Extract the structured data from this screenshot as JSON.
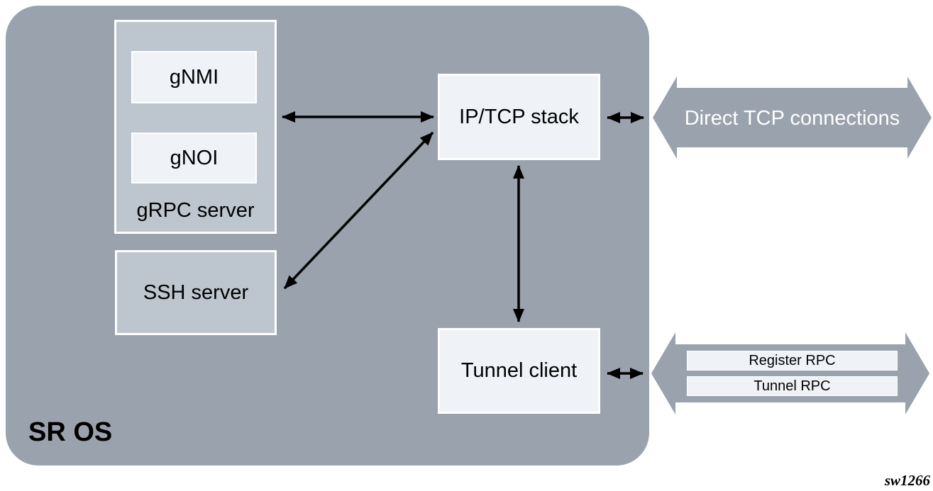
{
  "diagram": {
    "container_label": "SR OS",
    "watermark": "sw1266",
    "nodes": {
      "grpc_server": {
        "label": "gRPC server",
        "children": {
          "gnmi": "gNMI",
          "gnoi": "gNOI"
        }
      },
      "ssh_server": {
        "label": "SSH server"
      },
      "ip_tcp_stack": {
        "label": "IP/TCP stack"
      },
      "tunnel_client": {
        "label": "Tunnel client"
      }
    },
    "external_flows": {
      "direct_tcp": {
        "label": "Direct TCP connections"
      },
      "tunnel_rpcs": {
        "items": [
          "Register RPC",
          "Tunnel RPC"
        ]
      }
    },
    "connections": [
      {
        "from": "grpc_server",
        "to": "ip_tcp_stack",
        "type": "bidirectional"
      },
      {
        "from": "ssh_server",
        "to": "ip_tcp_stack",
        "type": "bidirectional"
      },
      {
        "from": "ip_tcp_stack",
        "to": "tunnel_client",
        "type": "bidirectional"
      },
      {
        "from": "ip_tcp_stack",
        "to": "direct_tcp",
        "type": "bidirectional"
      },
      {
        "from": "tunnel_client",
        "to": "tunnel_rpcs",
        "type": "bidirectional"
      }
    ],
    "colors": {
      "container_fill": "#99A2AD",
      "subsystem_fill": "#BDC6CF",
      "node_fill": "#EFF3F7",
      "border": "#FFFFFF",
      "connector": "#000000",
      "big_arrow_fill": "#99A2AD",
      "big_arrow_text": "#FFFFFF",
      "text": "#000000"
    }
  }
}
